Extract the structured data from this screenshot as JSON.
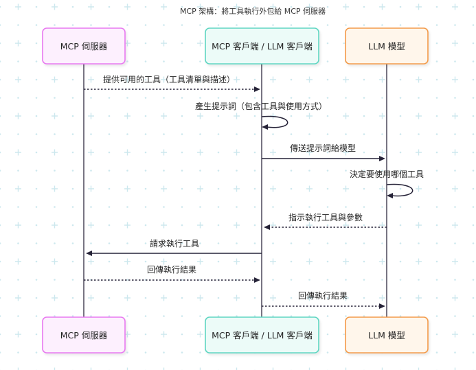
{
  "title": "MCP 架構：將工具執行外包給 MCP 伺服器",
  "colors": {
    "grid": "#cde8ee",
    "server_border": "#e879f0",
    "server_fill": "#fdf0fe",
    "client_border": "#5fd6c2",
    "client_fill": "#ecfbf8",
    "llm_border": "#f39a4a",
    "llm_fill": "#fff6eb",
    "line": "#262338"
  },
  "actors": [
    {
      "id": "server",
      "label": "MCP 伺服器",
      "theme": "server"
    },
    {
      "id": "client",
      "label": "MCP 客戶端 / LLM 客戶端",
      "theme": "client"
    },
    {
      "id": "llm",
      "label": "LLM 模型",
      "theme": "llm"
    }
  ],
  "messages": [
    {
      "from": "server",
      "to": "client",
      "label": "提供可用的工具（工具清單與描述）",
      "style": "dashed"
    },
    {
      "from": "client",
      "to": "client",
      "label": "產生提示詞（包含工具與使用方式）",
      "style": "self"
    },
    {
      "from": "client",
      "to": "llm",
      "label": "傳送提示詞給模型",
      "style": "solid"
    },
    {
      "from": "llm",
      "to": "llm",
      "label": "決定要使用哪個工具",
      "style": "self"
    },
    {
      "from": "llm",
      "to": "client",
      "label": "指示執行工具與參數",
      "style": "dashed"
    },
    {
      "from": "client",
      "to": "server",
      "label": "請求執行工具",
      "style": "solid"
    },
    {
      "from": "server",
      "to": "client",
      "label": "回傳執行結果",
      "style": "dashed"
    },
    {
      "from": "client",
      "to": "llm",
      "label": "回傳執行結果",
      "style": "dashed"
    }
  ]
}
